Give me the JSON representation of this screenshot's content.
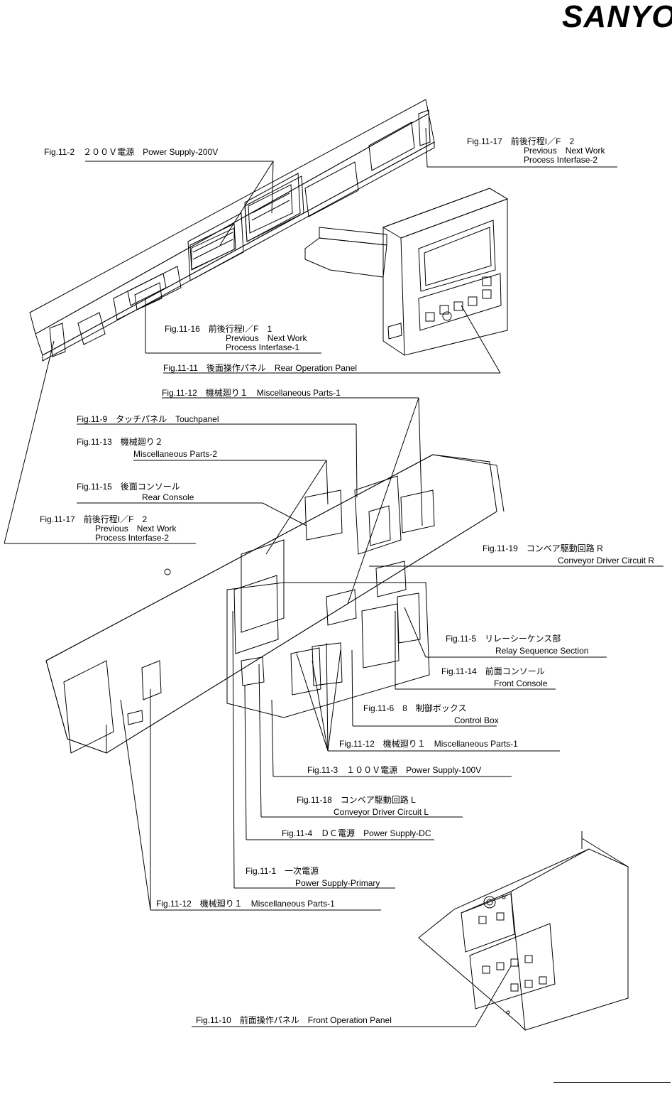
{
  "brand": {
    "logo_text": "SANYO"
  },
  "callouts": [
    {
      "id": "fig-11-2",
      "lines": [
        "Fig.11-2　２００Ｖ電源　Power Supply-200V"
      ]
    },
    {
      "id": "fig-11-17-top",
      "lines": [
        "Fig.11-17　前後行程I／F　2",
        "Previous　Next Work",
        "Process Interfase-2"
      ]
    },
    {
      "id": "fig-11-16",
      "lines": [
        "Fig.11-16　前後行程I／F　1",
        "Previous　Next Work",
        "Process Interfase-1"
      ]
    },
    {
      "id": "fig-11-11",
      "lines": [
        "Fig.11-11　後面操作パネル　Rear Operation Panel"
      ]
    },
    {
      "id": "fig-11-12-a",
      "lines": [
        "Fig.11-12　機械廻り１　Miscellaneous Parts-1"
      ]
    },
    {
      "id": "fig-11-9",
      "lines": [
        "Fig.11-9　タッチパネル　Touchpanel"
      ]
    },
    {
      "id": "fig-11-13",
      "lines": [
        "Fig.11-13　機械廻り２",
        "Miscellaneous Parts-2"
      ]
    },
    {
      "id": "fig-11-15",
      "lines": [
        "Fig.11-15　後面コンソール",
        "Rear Console"
      ]
    },
    {
      "id": "fig-11-17-left",
      "lines": [
        "Fig.11-17　前後行程I／F　2",
        "Previous　Next Work",
        "Process Interfase-2"
      ]
    },
    {
      "id": "fig-11-19",
      "lines": [
        "Fig.11-19　コンベア駆動回路 R",
        "Conveyor Driver Circuit R"
      ]
    },
    {
      "id": "fig-11-5",
      "lines": [
        "Fig.11-5　リレーシーケンス部",
        "Relay Sequence Section"
      ]
    },
    {
      "id": "fig-11-14",
      "lines": [
        "Fig.11-14　前面コンソール",
        "Front Console"
      ]
    },
    {
      "id": "fig-11-6",
      "lines": [
        "Fig.11-6　8　制御ボックス",
        "Control Box"
      ]
    },
    {
      "id": "fig-11-12-b",
      "lines": [
        "Fig.11-12　機械廻り１　Miscellaneous Parts-1"
      ]
    },
    {
      "id": "fig-11-3",
      "lines": [
        "Fig.11-3　１００Ｖ電源　Power Supply-100V"
      ]
    },
    {
      "id": "fig-11-18",
      "lines": [
        "Fig.11-18　コンベア駆動回路 L",
        "Conveyor Driver Circuit L"
      ]
    },
    {
      "id": "fig-11-4",
      "lines": [
        "Fig.11-4　ＤＣ電源　Power Supply-DC"
      ]
    },
    {
      "id": "fig-11-1",
      "lines": [
        "Fig.11-1　一次電源",
        "Power Supply-Primary"
      ]
    },
    {
      "id": "fig-11-12-c",
      "lines": [
        "Fig.11-12　機械廻り１　Miscellaneous Parts-1"
      ]
    },
    {
      "id": "fig-11-10",
      "lines": [
        "Fig.11-10　前面操作パネル　Front Operation Panel"
      ]
    }
  ]
}
